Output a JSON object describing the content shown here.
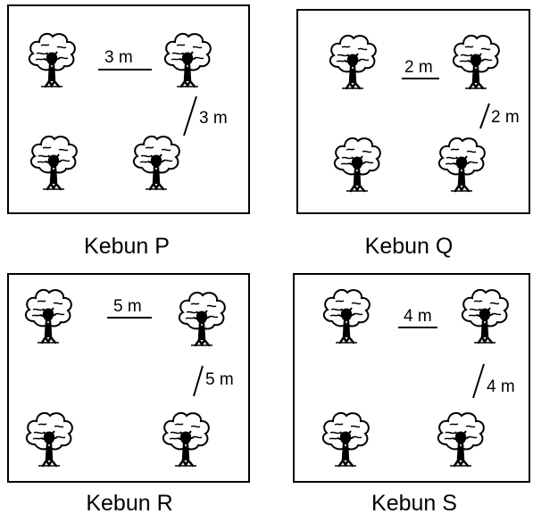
{
  "gardens": [
    {
      "caption": "Kebun P",
      "horizontal_label": "3 m",
      "diagonal_label": "3 m"
    },
    {
      "caption": "Kebun Q",
      "horizontal_label": "2 m",
      "diagonal_label": "2 m"
    },
    {
      "caption": "Kebun R",
      "horizontal_label": "5 m",
      "diagonal_label": "5 m"
    },
    {
      "caption": "Kebun S",
      "horizontal_label": "4 m",
      "diagonal_label": "4 m"
    }
  ],
  "icons": {
    "tree": "tree-icon"
  }
}
